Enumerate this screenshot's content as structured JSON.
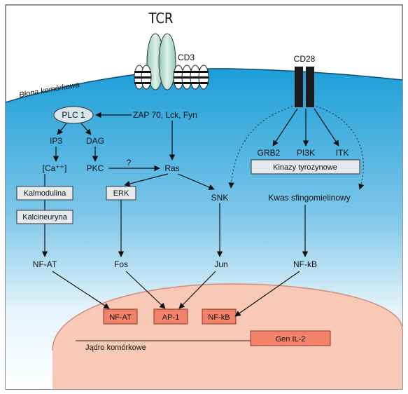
{
  "labels": {
    "tcr": "TCR",
    "cd3": "CD3",
    "cd28": "CD28",
    "membrane": "Błona komórkowa",
    "plc": "PLC 1",
    "zap": "ZAP 70, Lck, Fyn",
    "ip3": "IP3",
    "dag": "DAG",
    "ca": "[Ca⁺⁺]",
    "pkc": "PKC",
    "question": "?",
    "ras": "Ras",
    "erk": "ERK",
    "snk": "SNK",
    "kalmodulina": "Kalmodulina",
    "kalcineuryna": "Kalcineuryna",
    "grb2": "GRB2",
    "pi3k": "PI3K",
    "itk": "ITK",
    "kinazy": "Kinazy tyrozynowe",
    "kwas": "Kwas sfingomielinowy",
    "nfat": "NF-AT",
    "fos": "Fos",
    "jun": "Jun",
    "nfkb": "NF-kB",
    "nucleus_nfat": "NF-AT",
    "nucleus_ap1": "AP-1",
    "nucleus_nfkb": "NF-kB",
    "gen": "Gen IL-2",
    "nucleus": "Jądro komórkowe"
  },
  "colors": {
    "cell_top": "#1c9ed8",
    "cell_bottom": "#ffffff",
    "nucleus": "#f7c9b6",
    "nucleus_box": "#f3826a",
    "gray_box": "#e4eaec",
    "receptor": "#1a1a1a",
    "tcr_fill": "#b9ddd0"
  }
}
